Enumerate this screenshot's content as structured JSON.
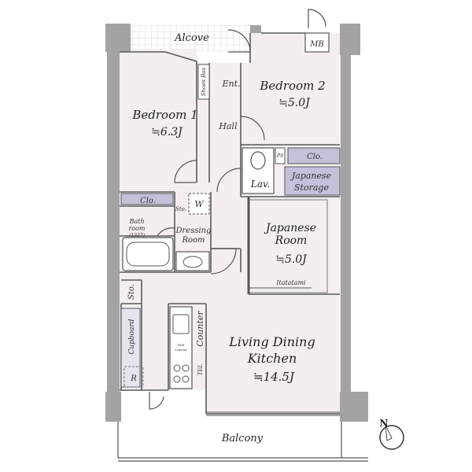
{
  "plan": {
    "rooms": {
      "alcove": "Alcove",
      "mb": "MB",
      "ent": "Ent.",
      "shoes_box": "Shoes Box",
      "hall": "Hall",
      "bedroom1_name": "Bedroom 1",
      "bedroom1_size": "≒6.3J",
      "bedroom2_name": "Bedroom 2",
      "bedroom2_size": "≒5.0J",
      "clo_upper": "Clo.",
      "clo_left": "Clo.",
      "ps": "PS",
      "lav": "Lav.",
      "japanese_storage_1": "Japanese",
      "japanese_storage_2": "Storage",
      "japanese_room_1": "Japanese",
      "japanese_room_2": "Room",
      "japanese_room_size": "≒5.0J",
      "itatatami": "Itatatami",
      "sto_small": "Sto.",
      "w": "W",
      "bath_1": "Bath",
      "bath_2": "room",
      "bath_3": "(1327)",
      "dressing_1": "Dressing",
      "dressing_2": "Room",
      "sto_left": "Sto.",
      "cupboard": "Cupboard",
      "r": "R",
      "counter": "Counter",
      "tel": "TEL",
      "wall_cabinet_1": "Wall",
      "wall_cabinet_2": "Cabinet",
      "ldk_1": "Living Dining",
      "ldk_2": "Kitchen",
      "ldk_size": "≒14.5J",
      "balcony": "Balcony",
      "north": "N"
    },
    "colors": {
      "floor": "#f4eef0",
      "wall": "#9e9e9e",
      "storage": "#c6c0da",
      "line": "#555555"
    }
  }
}
